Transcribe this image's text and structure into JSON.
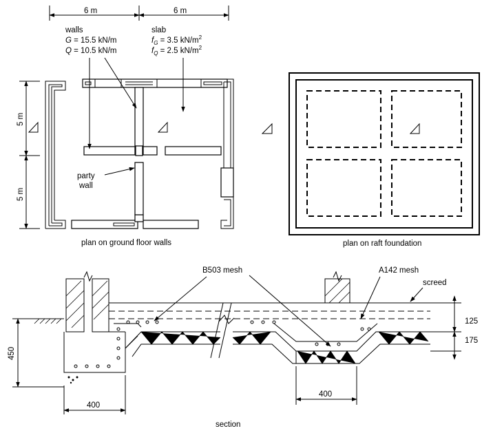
{
  "plan_walls": {
    "dim_top_left": "6 m",
    "dim_top_right": "6 m",
    "dim_left_upper": "5 m",
    "dim_left_lower": "5 m",
    "walls_label": "walls",
    "walls_g_sym": "G",
    "walls_g_val": " = 15.5 kN/m",
    "walls_q_sym": "Q",
    "walls_q_val": " = 10.5 kN/m",
    "slab_label": "slab",
    "slab_g_sym": "f",
    "slab_g_sub": "G",
    "slab_g_val": " = 3.5 kN/m",
    "slab_q_sym": "f",
    "slab_q_sub": "Q",
    "slab_q_val": " = 2.5 kN/m",
    "unit_exp": "2",
    "party_wall_1": "party",
    "party_wall_2": "wall",
    "caption": "plan on ground floor walls"
  },
  "plan_raft": {
    "caption": "plan on raft foundation"
  },
  "section": {
    "mesh_b503": "B503 mesh",
    "mesh_a142": "A142 mesh",
    "screed": "screed",
    "dim_125": "125",
    "dim_175": "175",
    "dim_450": "450",
    "dim_400_left": "400",
    "dim_400_right": "400",
    "caption": "section"
  }
}
